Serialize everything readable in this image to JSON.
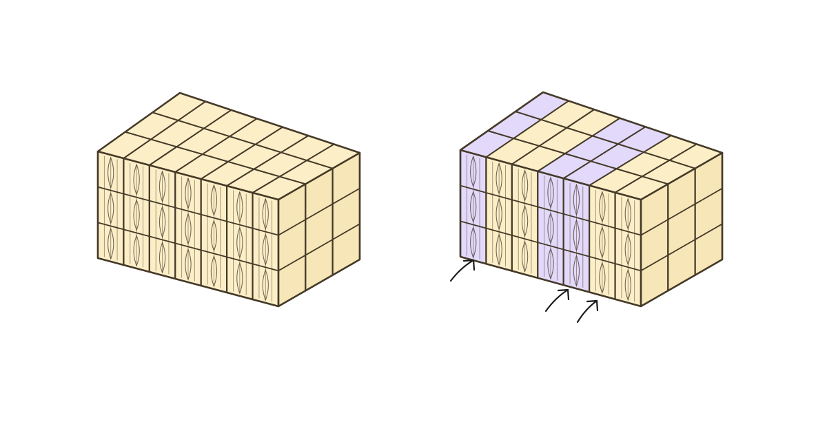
{
  "colors": {
    "background": "#ffffff",
    "cream_fill": "#fcefc8",
    "cream_side": "#f7e6b8",
    "purple_fill": "#e2d9fb",
    "purple_side": "#d8cdf7",
    "outline": "#453a28",
    "arrow": "#1a1a1a"
  },
  "diagram": {
    "left_block": {
      "fill": "cream",
      "front_columns": 7,
      "right_columns": 3,
      "rows": 3,
      "top_rows": 3
    },
    "right_block": {
      "front_columns": 7,
      "right_columns": 3,
      "rows": 3,
      "top_rows": 3,
      "highlighted_front_columns": [
        0,
        3,
        4
      ],
      "highlight_fill": "purple"
    },
    "arrows": [
      {
        "label": "",
        "icon": "arrow-up-right-icon",
        "points_to_column": 0
      },
      {
        "label": "",
        "icon": "arrow-up-right-icon",
        "points_to_column": 3
      },
      {
        "label": "",
        "icon": "arrow-up-right-icon",
        "points_to_column": 4
      }
    ]
  }
}
